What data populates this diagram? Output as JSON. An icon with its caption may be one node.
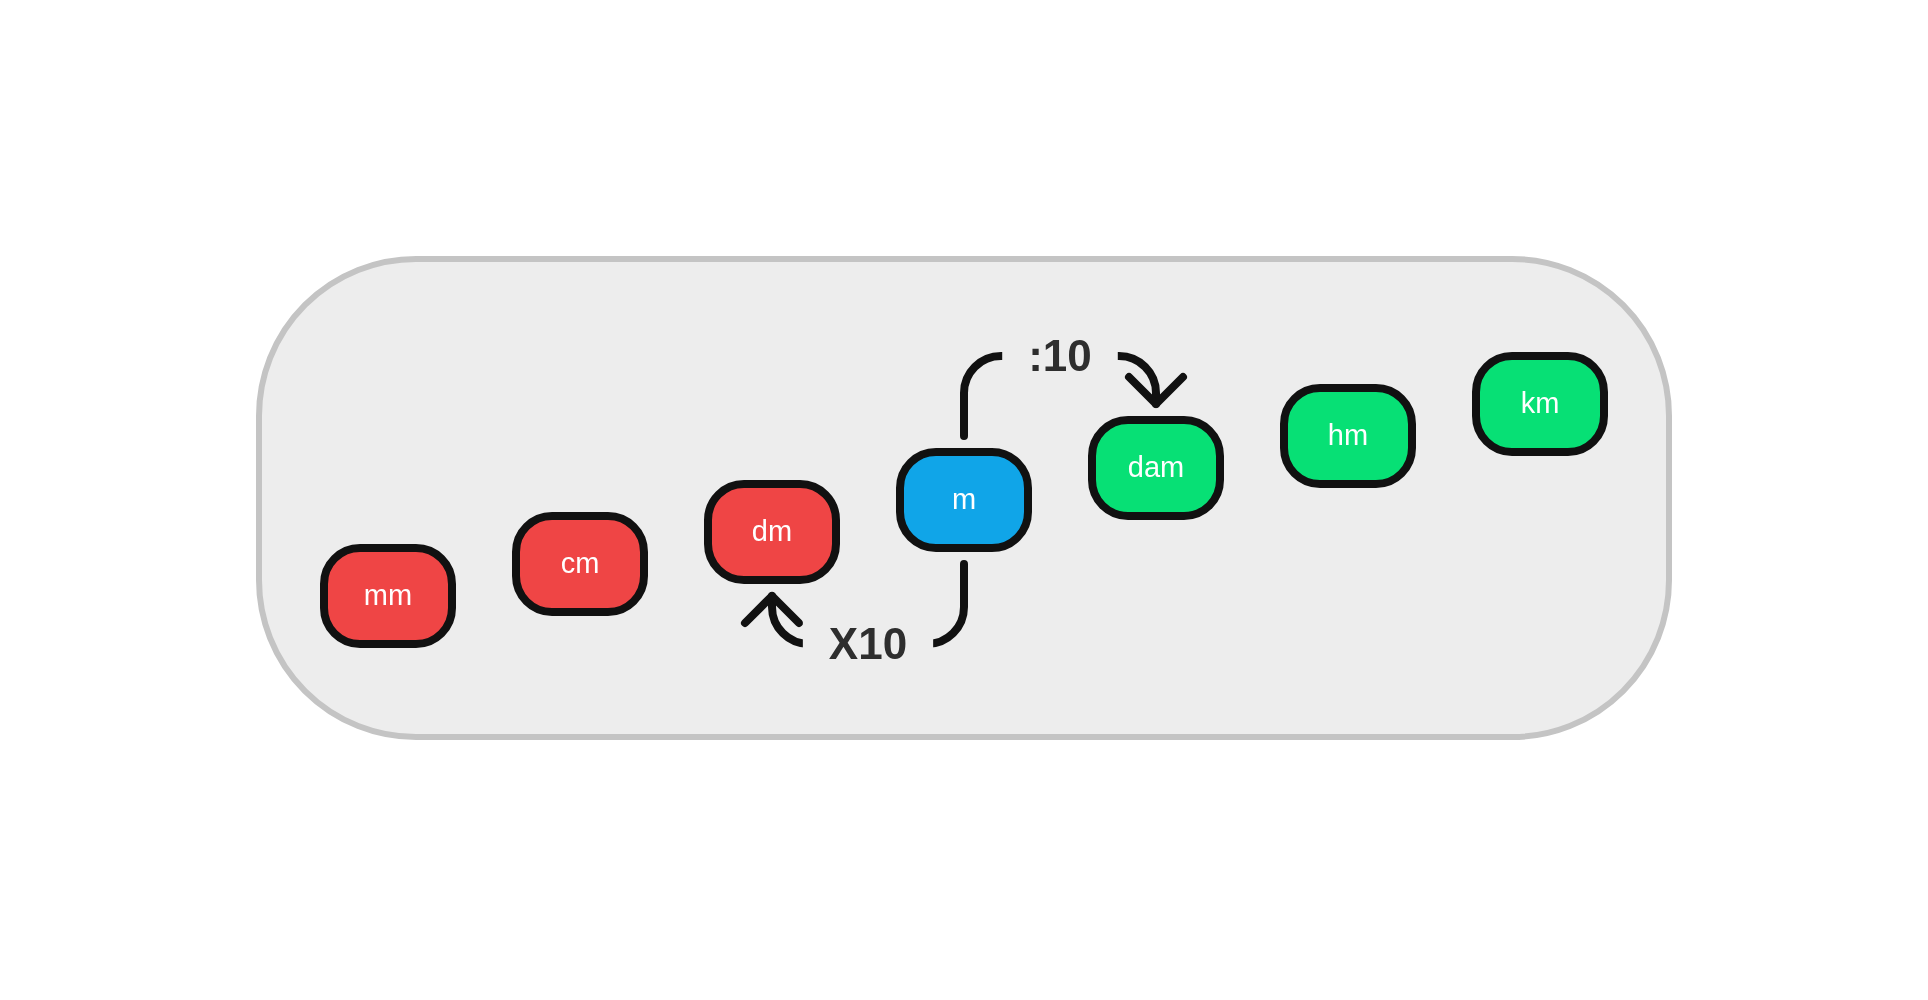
{
  "diagram": {
    "nodes": [
      {
        "text": [],
        "shape": "box"
      },
      {
        "text": [
          "mm"
        ],
        "in": 0
      },
      {
        "text": [
          "cm"
        ],
        "in": 0
      },
      {
        "text": [
          "dm"
        ],
        "in": 0
      },
      {
        "text": [
          "m"
        ],
        "in": 0
      },
      {
        "text": [
          "dam"
        ],
        "in": 0
      },
      {
        "text": [
          "hm"
        ],
        "in": 0
      },
      {
        "text": [
          "km"
        ],
        "in": 0
      }
    ],
    "edges": [
      {
        "from": 4,
        "to": 5,
        "arrow": "to",
        "label": ":10"
      },
      {
        "from": 4,
        "to": 3,
        "arrow": "to",
        "label": "X10"
      }
    ]
  }
}
